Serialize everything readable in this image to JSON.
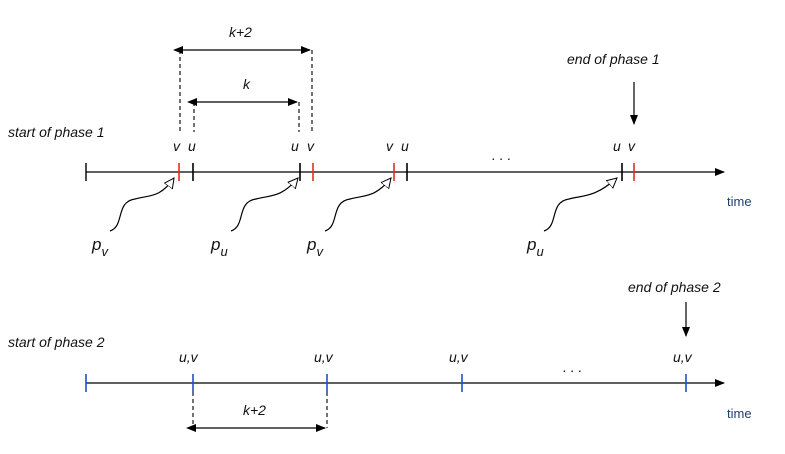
{
  "phase1": {
    "start_label": "start of phase 1",
    "end_label": "end of phase 1",
    "time_label": "time",
    "span_k_plus_2": "k+2",
    "span_k": "k",
    "ellipsis": ". . .",
    "event_labels": [
      "v",
      "u",
      "u",
      "v",
      "v",
      "u",
      "u",
      "v"
    ],
    "pointer_labels": [
      {
        "main": "p",
        "sub": "v"
      },
      {
        "main": "p",
        "sub": "u"
      },
      {
        "main": "p",
        "sub": "v"
      },
      {
        "main": "p",
        "sub": "u"
      }
    ]
  },
  "phase2": {
    "start_label": "start of phase 2",
    "end_label": "end of phase 2",
    "time_label": "time",
    "span_k_plus_2": "k+2",
    "ellipsis": ". . .",
    "event_labels": [
      "u,v",
      "u,v",
      "u,v",
      "u,v"
    ]
  },
  "colors": {
    "line": "#000000",
    "v_tick": "#e0301e",
    "phase2_tick": "#1f4fd0",
    "time_label": "#1f3f6e"
  }
}
